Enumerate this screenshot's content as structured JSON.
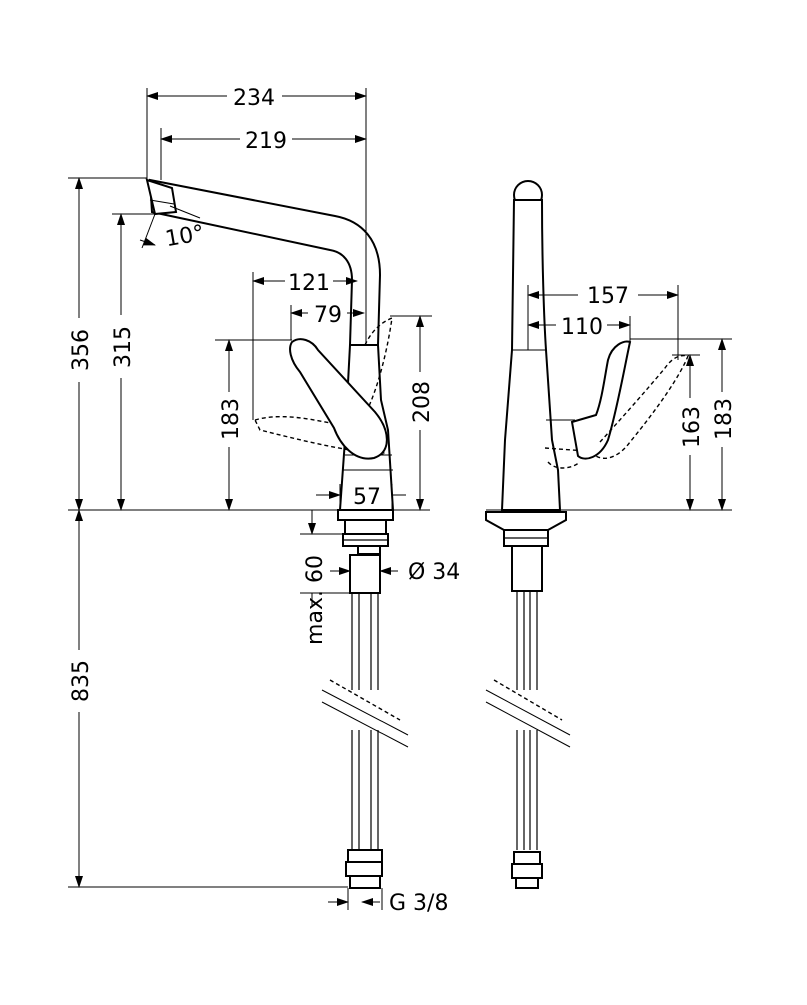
{
  "side_view": {
    "dims": {
      "total_reach": "234",
      "spout_reach": "219",
      "handle_reach": "121",
      "handle_offset": "79",
      "spout_angle": "10°",
      "total_height": "356",
      "outlet_height": "315",
      "handle_height": "183",
      "body_height": "208",
      "base_width": "57",
      "mount_depth": "max. 60",
      "hole_diameter": "Ø 34",
      "hose_length": "835",
      "connection": "G 3/8"
    }
  },
  "front_view": {
    "dims": {
      "handle_swing_outer": "157",
      "handle_swing_inner": "110",
      "handle_height_low": "163",
      "handle_height_high": "183"
    }
  }
}
